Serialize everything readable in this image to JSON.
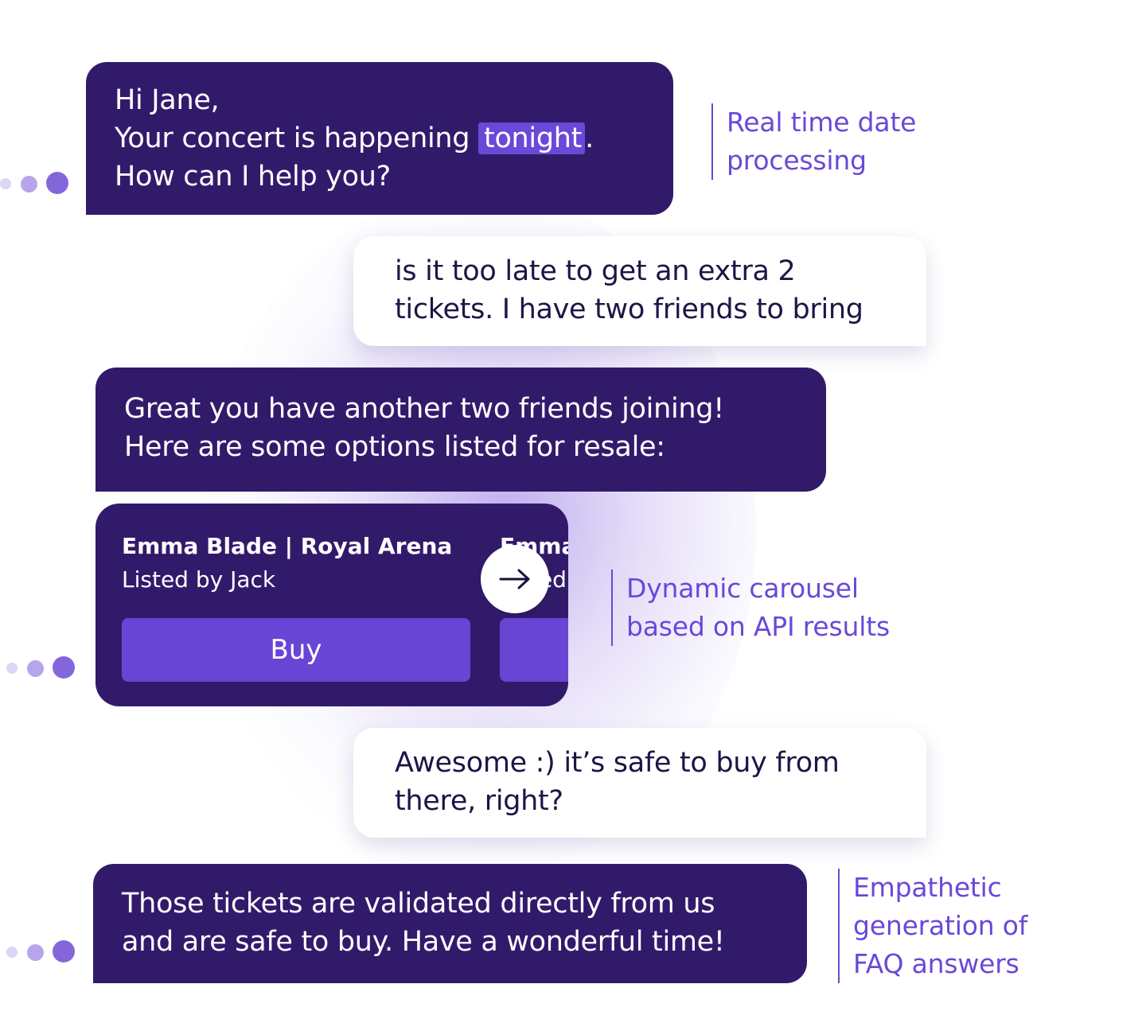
{
  "messages": {
    "greeting": {
      "line1": "Hi Jane,",
      "line2_before": "Your concert is happening",
      "line2_highlight": "tonight",
      "line2_after": ".",
      "line3": "How can I help you?"
    },
    "user_question": {
      "line1": "is it too late to get an extra 2",
      "line2": "tickets. I have two friends to bring"
    },
    "bot_options": {
      "line1": "Great you have another two friends joining!",
      "line2": "Here are some options listed for resale:"
    },
    "user_followup": {
      "line1": "Awesome :) it’s safe to buy from",
      "line2": "there, right?"
    },
    "bot_faq": {
      "line1": "Those tickets are validated directly from us",
      "line2": "and are safe to buy. Have a wonderful time!"
    }
  },
  "carousel": {
    "cards": [
      {
        "title": "Emma Blade | Royal Arena",
        "listed_by": "Listed by Jack",
        "button_label": "Buy"
      },
      {
        "title": "Emma",
        "listed_by": "Listed",
        "button_label": ""
      }
    ],
    "next_icon": "arrow-right-icon"
  },
  "annotations": {
    "date_processing": {
      "line1": "Real time date",
      "line2": "processing"
    },
    "carousel": {
      "line1": "Dynamic carousel",
      "line2": "based on API results"
    },
    "faq": {
      "line1": "Empathetic",
      "line2": "generation of",
      "line3": "FAQ answers"
    }
  },
  "colors": {
    "bot_bubble": "#321a6b",
    "accent": "#6a48d8",
    "user_text": "#1f1447"
  }
}
